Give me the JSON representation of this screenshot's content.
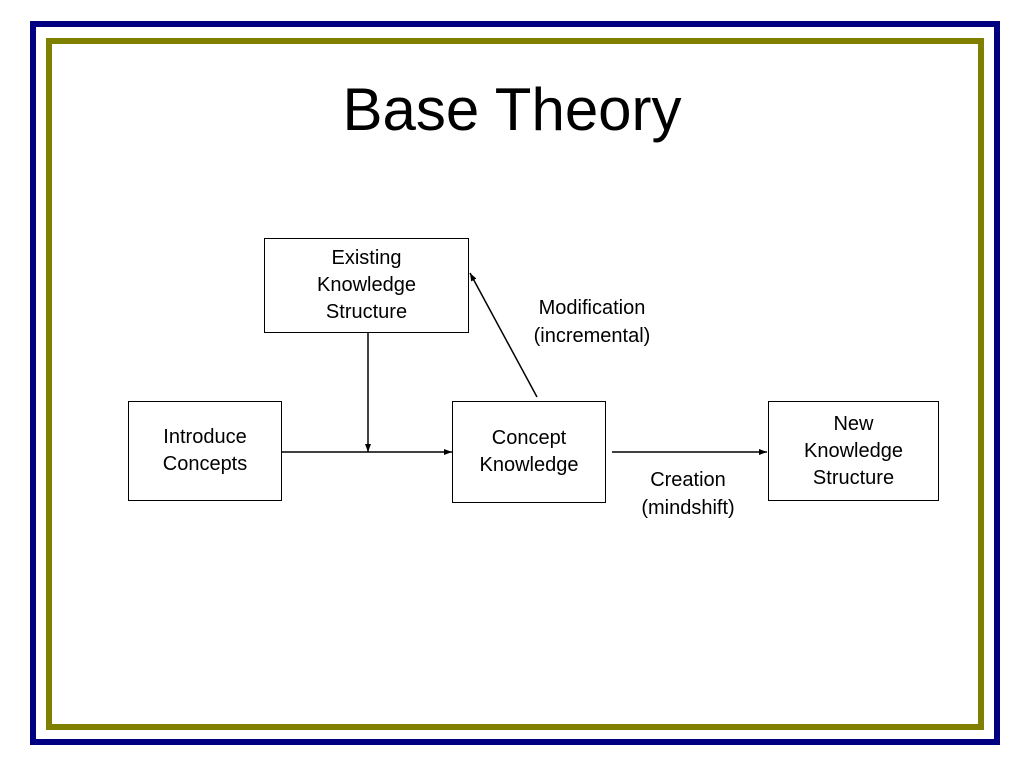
{
  "slide": {
    "title": "Base Theory",
    "colors": {
      "outer_border": "#000080",
      "inner_border": "#808000",
      "background": "#ffffff",
      "text": "#000000"
    }
  },
  "diagram": {
    "nodes": {
      "existing": "Existing\nKnowledge\nStructure",
      "introduce": "Introduce\nConcepts",
      "concept": "Concept\nKnowledge",
      "new": "New\nKnowledge\nStructure"
    },
    "edge_labels": {
      "modification": "Modification\n(incremental)",
      "creation": "Creation\n(mindshift)"
    }
  }
}
